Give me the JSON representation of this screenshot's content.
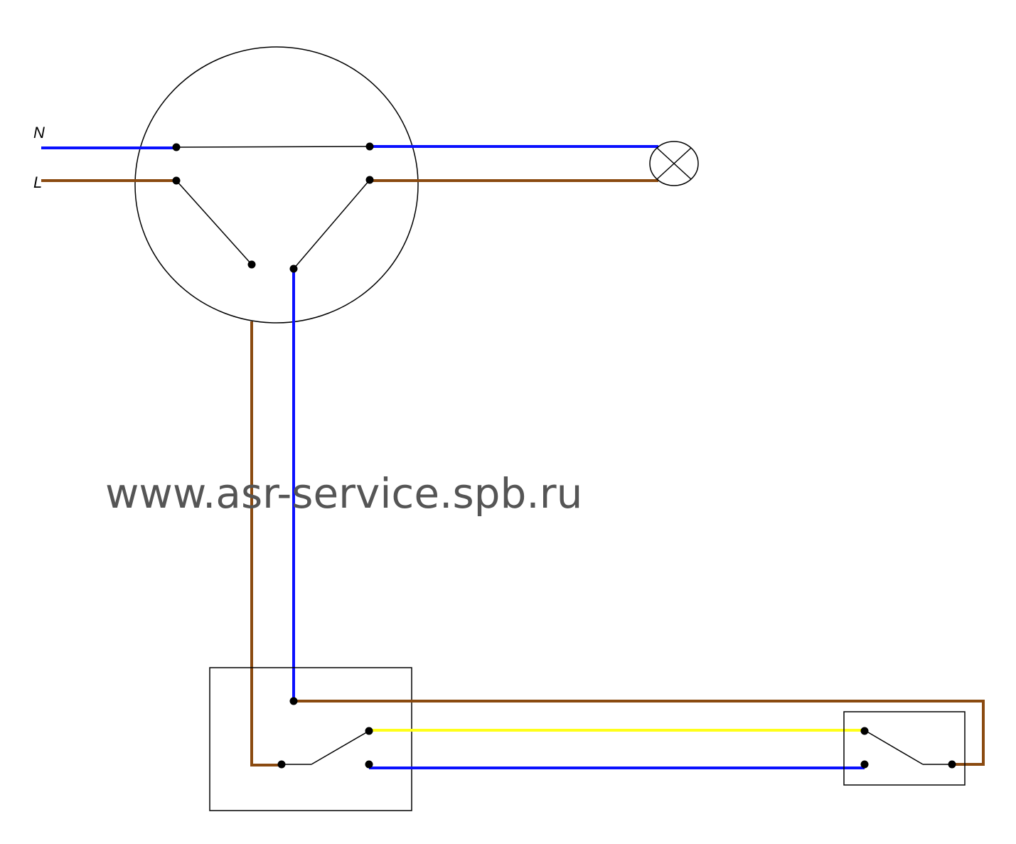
{
  "labels": {
    "neutral": "N",
    "line": "L"
  },
  "watermark": "www.asr-service.spb.ru",
  "colors": {
    "neutral": "#0a10ff",
    "phase": "#8a4a10",
    "traveler": "#ffff1a",
    "outline": "#000000",
    "watermark": "#555555"
  },
  "components": {
    "junction_box": "circle",
    "lamp": "lamp-cross-icon",
    "switch_1": "two-way-switch",
    "switch_2": "two-way-switch"
  }
}
